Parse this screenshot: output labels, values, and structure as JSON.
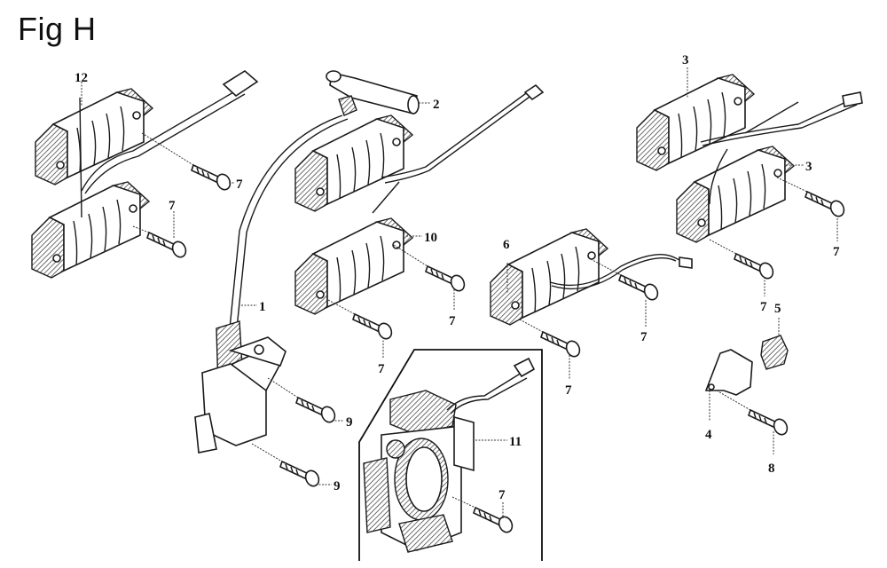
{
  "figure": {
    "title": "Fig H"
  },
  "callouts": [
    {
      "id": "c12",
      "label": "12",
      "part": "charge-coil-12"
    },
    {
      "id": "c7a",
      "label": "7",
      "part": "bolt"
    },
    {
      "id": "c7b",
      "label": "7",
      "part": "bolt"
    },
    {
      "id": "c2",
      "label": "2",
      "part": "spark-plug-cap"
    },
    {
      "id": "c10",
      "label": "10",
      "part": "charge-coil-10"
    },
    {
      "id": "c1",
      "label": "1",
      "part": "ignition-coil"
    },
    {
      "id": "c7c",
      "label": "7",
      "part": "bolt"
    },
    {
      "id": "c7d",
      "label": "7",
      "part": "bolt"
    },
    {
      "id": "c9a",
      "label": "9",
      "part": "bolt"
    },
    {
      "id": "c9b",
      "label": "9",
      "part": "bolt"
    },
    {
      "id": "c6",
      "label": "6",
      "part": "charge-coil-6"
    },
    {
      "id": "c7e",
      "label": "7",
      "part": "bolt"
    },
    {
      "id": "c7f",
      "label": "7",
      "part": "bolt"
    },
    {
      "id": "c11",
      "label": "11",
      "part": "stator-11"
    },
    {
      "id": "c7g",
      "label": "7",
      "part": "bolt"
    },
    {
      "id": "c3a",
      "label": "3",
      "part": "charge-coil-3"
    },
    {
      "id": "c3b",
      "label": "3",
      "part": "charge-coil-3"
    },
    {
      "id": "c7h",
      "label": "7",
      "part": "bolt"
    },
    {
      "id": "c7i",
      "label": "7",
      "part": "bolt"
    },
    {
      "id": "c5",
      "label": "5",
      "part": "grommet"
    },
    {
      "id": "c4",
      "label": "4",
      "part": "bracket"
    },
    {
      "id": "c8",
      "label": "8",
      "part": "bolt"
    }
  ]
}
